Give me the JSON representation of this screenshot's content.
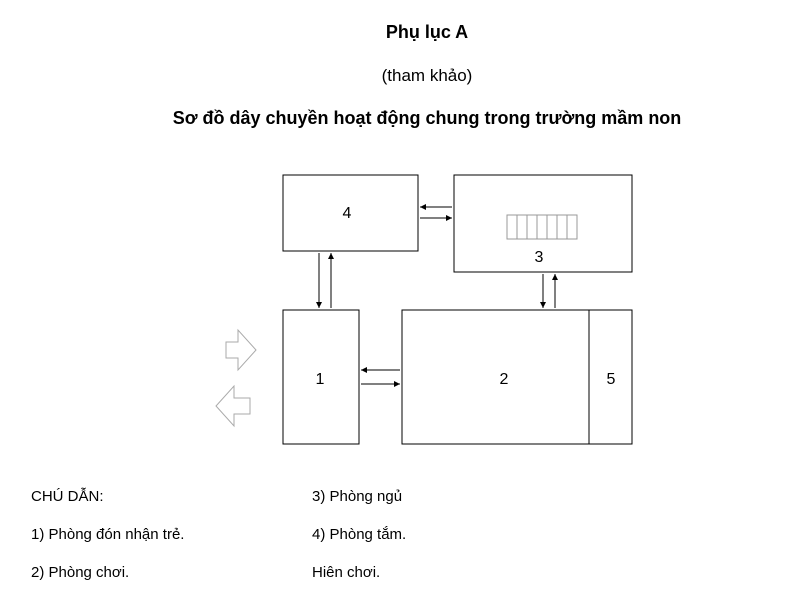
{
  "document": {
    "heading": "Phụ lục A",
    "subheading": "(tham khảo)",
    "title": "Sơ đồ dây chuyền hoạt động chung trong trường mầm non"
  },
  "diagram": {
    "blocks": [
      {
        "id": "1",
        "label": "1"
      },
      {
        "id": "2",
        "label": "2"
      },
      {
        "id": "3",
        "label": "3"
      },
      {
        "id": "4",
        "label": "4"
      },
      {
        "id": "5",
        "label": "5"
      }
    ]
  },
  "legend": {
    "title": "CHÚ DẪN:",
    "items": [
      "1)  Phòng đón nhận trẻ.",
      "2)  Phòng chơi.",
      "3)  Phòng ngủ",
      "4)  Phòng tắm.",
      "Hiên chơi."
    ]
  }
}
